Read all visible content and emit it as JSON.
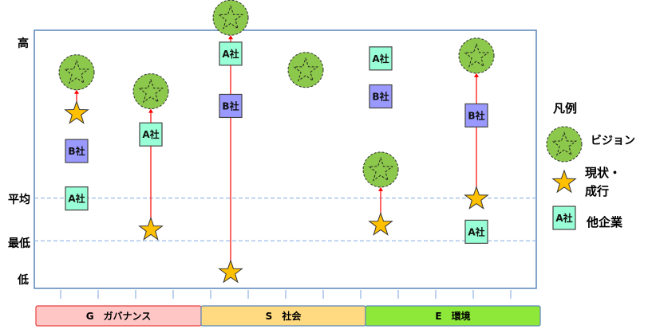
{
  "y_axis": {
    "high": "高",
    "average": "平均",
    "lowest": "最低",
    "low": "低",
    "average_score": 34,
    "lowest_score": 16
  },
  "categories": [
    {
      "label": "G　ガバナンス",
      "color": "#ffc6c6",
      "border": "#e84040"
    },
    {
      "label": "S　社会",
      "color": "#ffda80",
      "border": "#5a86b8"
    },
    {
      "label": "E　環境",
      "color": "#8ee83a",
      "border": "#5a86b8"
    }
  ],
  "columns": [
    {
      "items": [
        {
          "type": "vision",
          "score": 87
        },
        {
          "type": "current",
          "score": 70
        },
        {
          "type": "B",
          "label": "B社",
          "score": 54
        },
        {
          "type": "A",
          "label": "A社",
          "score": 34
        }
      ],
      "arrow": [
        70,
        87
      ]
    },
    {
      "items": [
        {
          "type": "vision",
          "score": 79
        },
        {
          "type": "A",
          "label": "A社",
          "score": 61
        },
        {
          "type": "current",
          "score": 21
        }
      ],
      "arrow": [
        21,
        79
      ]
    },
    {
      "items": [
        {
          "type": "vision",
          "score": 110
        },
        {
          "type": "A",
          "label": "A社",
          "score": 95
        },
        {
          "type": "B",
          "label": "B社",
          "score": 73
        },
        {
          "type": "current",
          "score": 3
        }
      ],
      "arrow": [
        3,
        110
      ]
    },
    {
      "items": [
        {
          "type": "vision",
          "score": 88
        }
      ],
      "arrow": null
    },
    {
      "items": [
        {
          "type": "A",
          "label": "A社",
          "score": 93
        },
        {
          "type": "B",
          "label": "B社",
          "score": 77
        },
        {
          "type": "vision",
          "score": 46
        },
        {
          "type": "current",
          "score": 23
        }
      ],
      "arrow": [
        23,
        46
      ]
    },
    {
      "items": [
        {
          "type": "vision",
          "score": 94
        },
        {
          "type": "B",
          "label": "B社",
          "score": 69
        },
        {
          "type": "current",
          "score": 34
        },
        {
          "type": "A",
          "label": "A社",
          "score": 20
        }
      ],
      "arrow": [
        34,
        94
      ]
    }
  ],
  "legend": {
    "title": "凡例",
    "vision": "ビジョン",
    "current_1": "現状・",
    "current_2": "成行",
    "other_box": "A社",
    "other": "他企業"
  },
  "colors": {
    "vision": "#8cc84b",
    "star": "#ffc000",
    "A": "#99ffd6",
    "B": "#9999ff",
    "arrow": "#ff0000",
    "frame": "#5a86b8",
    "dash": "#8eb4e3"
  }
}
